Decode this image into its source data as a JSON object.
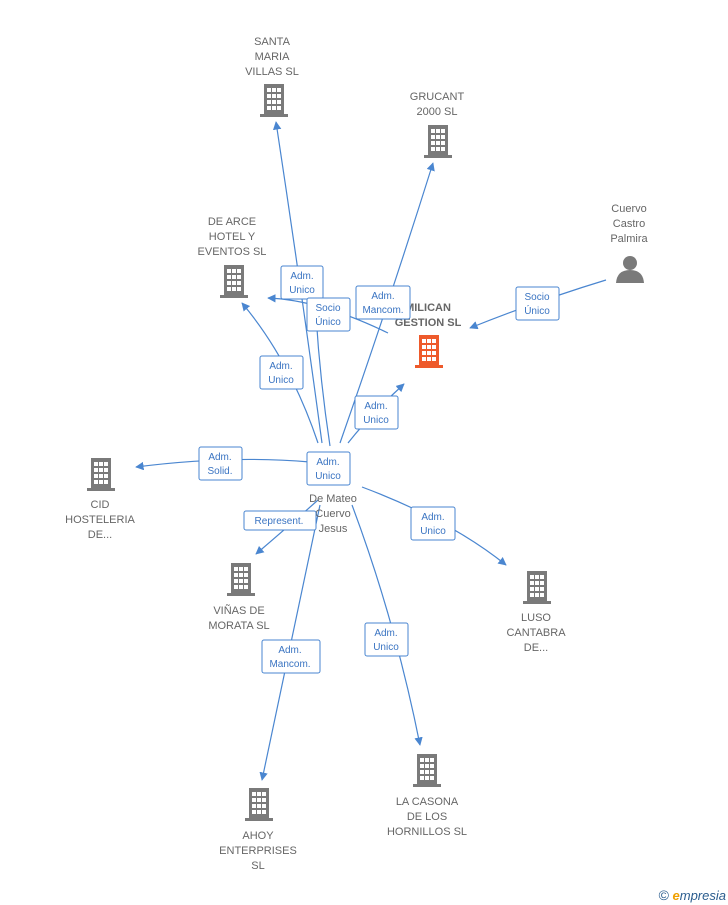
{
  "colors": {
    "edge": "#4a86d0",
    "building": "#7a7a7a",
    "highlight": "#ee5a2b",
    "person": "#7a7a7a"
  },
  "nodes": [
    {
      "id": "center",
      "type": "person",
      "lines": [
        "De Mateo",
        "Cuervo",
        "Jesus"
      ],
      "icon": "none"
    },
    {
      "id": "santa",
      "type": "company",
      "lines": [
        "SANTA",
        "MARIA",
        "VILLAS  SL"
      ],
      "icon": "building-icon"
    },
    {
      "id": "grucant",
      "type": "company",
      "lines": [
        "GRUCANT",
        "2000 SL"
      ],
      "icon": "building-icon"
    },
    {
      "id": "cuervo",
      "type": "person",
      "lines": [
        "Cuervo",
        "Castro",
        "Palmira"
      ],
      "icon": "person-icon"
    },
    {
      "id": "dearce",
      "type": "company",
      "lines": [
        "DE ARCE",
        "HOTEL Y",
        "EVENTOS  SL"
      ],
      "icon": "building-icon"
    },
    {
      "id": "milican",
      "type": "company",
      "lines": [
        "MILICAN",
        "GESTION  SL"
      ],
      "icon": "building-icon",
      "highlight": true
    },
    {
      "id": "cid",
      "type": "company",
      "lines": [
        "CID",
        "HOSTELERIA",
        "DE..."
      ],
      "icon": "building-icon"
    },
    {
      "id": "vinas",
      "type": "company",
      "lines": [
        "VIÑAS DE",
        "MORATA  SL"
      ],
      "icon": "building-icon"
    },
    {
      "id": "luso",
      "type": "company",
      "lines": [
        "LUSO",
        "CANTABRA",
        "DE..."
      ],
      "icon": "building-icon"
    },
    {
      "id": "casona",
      "type": "company",
      "lines": [
        "LA CASONA",
        "DE LOS",
        "HORNILLOS SL"
      ],
      "icon": "building-icon"
    },
    {
      "id": "ahoy",
      "type": "company",
      "lines": [
        "AHOY",
        "ENTERPRISES",
        "SL"
      ],
      "icon": "building-icon"
    }
  ],
  "relations": [
    {
      "id": "r-santa",
      "lines": [
        "Adm.",
        "Unico"
      ]
    },
    {
      "id": "r-dearce-socio",
      "lines": [
        "Socio",
        "Único"
      ]
    },
    {
      "id": "r-grucant",
      "lines": [
        "Adm.",
        "Mancom."
      ]
    },
    {
      "id": "r-cuervo",
      "lines": [
        "Socio",
        "Único"
      ]
    },
    {
      "id": "r-dearce-adm",
      "lines": [
        "Adm.",
        "Unico"
      ]
    },
    {
      "id": "r-milican",
      "lines": [
        "Adm.",
        "Unico"
      ]
    },
    {
      "id": "r-cid",
      "lines": [
        "Adm.",
        "Solid."
      ]
    },
    {
      "id": "r-center",
      "lines": [
        "Adm.",
        "Unico"
      ]
    },
    {
      "id": "r-vinas",
      "lines": [
        "Represent."
      ]
    },
    {
      "id": "r-luso",
      "lines": [
        "Adm.",
        "Unico"
      ]
    },
    {
      "id": "r-ahoy",
      "lines": [
        "Adm.",
        "Mancom."
      ]
    },
    {
      "id": "r-casona",
      "lines": [
        "Adm.",
        "Unico"
      ]
    }
  ],
  "footer": {
    "copyright": "©",
    "brand_e": "e",
    "brand_rest": "mpresia"
  }
}
